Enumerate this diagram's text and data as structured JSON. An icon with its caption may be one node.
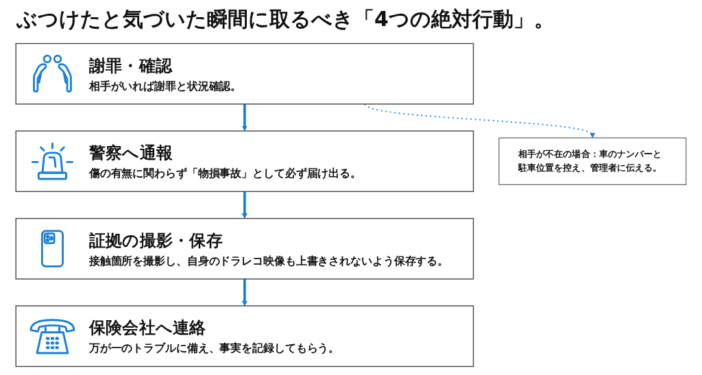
{
  "diagram": {
    "title": "ぶつけたと気づいた瞬間に取るべき「4つの絶対行動」。",
    "nodes": [
      {
        "text": [
          "謝罪・確認",
          "相手がいれば謝罪と状況確認。"
        ]
      },
      {
        "text": [
          "相手が不在の場合：車のナンバーと駐車位置を控え、管理者に伝える。"
        ]
      },
      {
        "text": [
          "警察へ通報",
          "傷の有無に関わらず「物損事故」として必ず届け出る。"
        ]
      },
      {
        "text": [
          "証拠の撮影・保存",
          "接触箇所を撮影し、自身のドラレコ映像も上書きされないよう保存する。"
        ]
      },
      {
        "text": [
          "保険会社へ連絡",
          "万が一のトラブルに備え、事実を記録してもらう。"
        ]
      }
    ],
    "edges": [
      {
        "from": 0,
        "to": 1,
        "arrow": "to",
        "style": "dashed"
      },
      {
        "from": 0,
        "to": 2,
        "arrow": "to"
      },
      {
        "from": 2,
        "to": 3,
        "arrow": "to"
      },
      {
        "from": 3,
        "to": 4,
        "arrow": "to"
      }
    ]
  }
}
